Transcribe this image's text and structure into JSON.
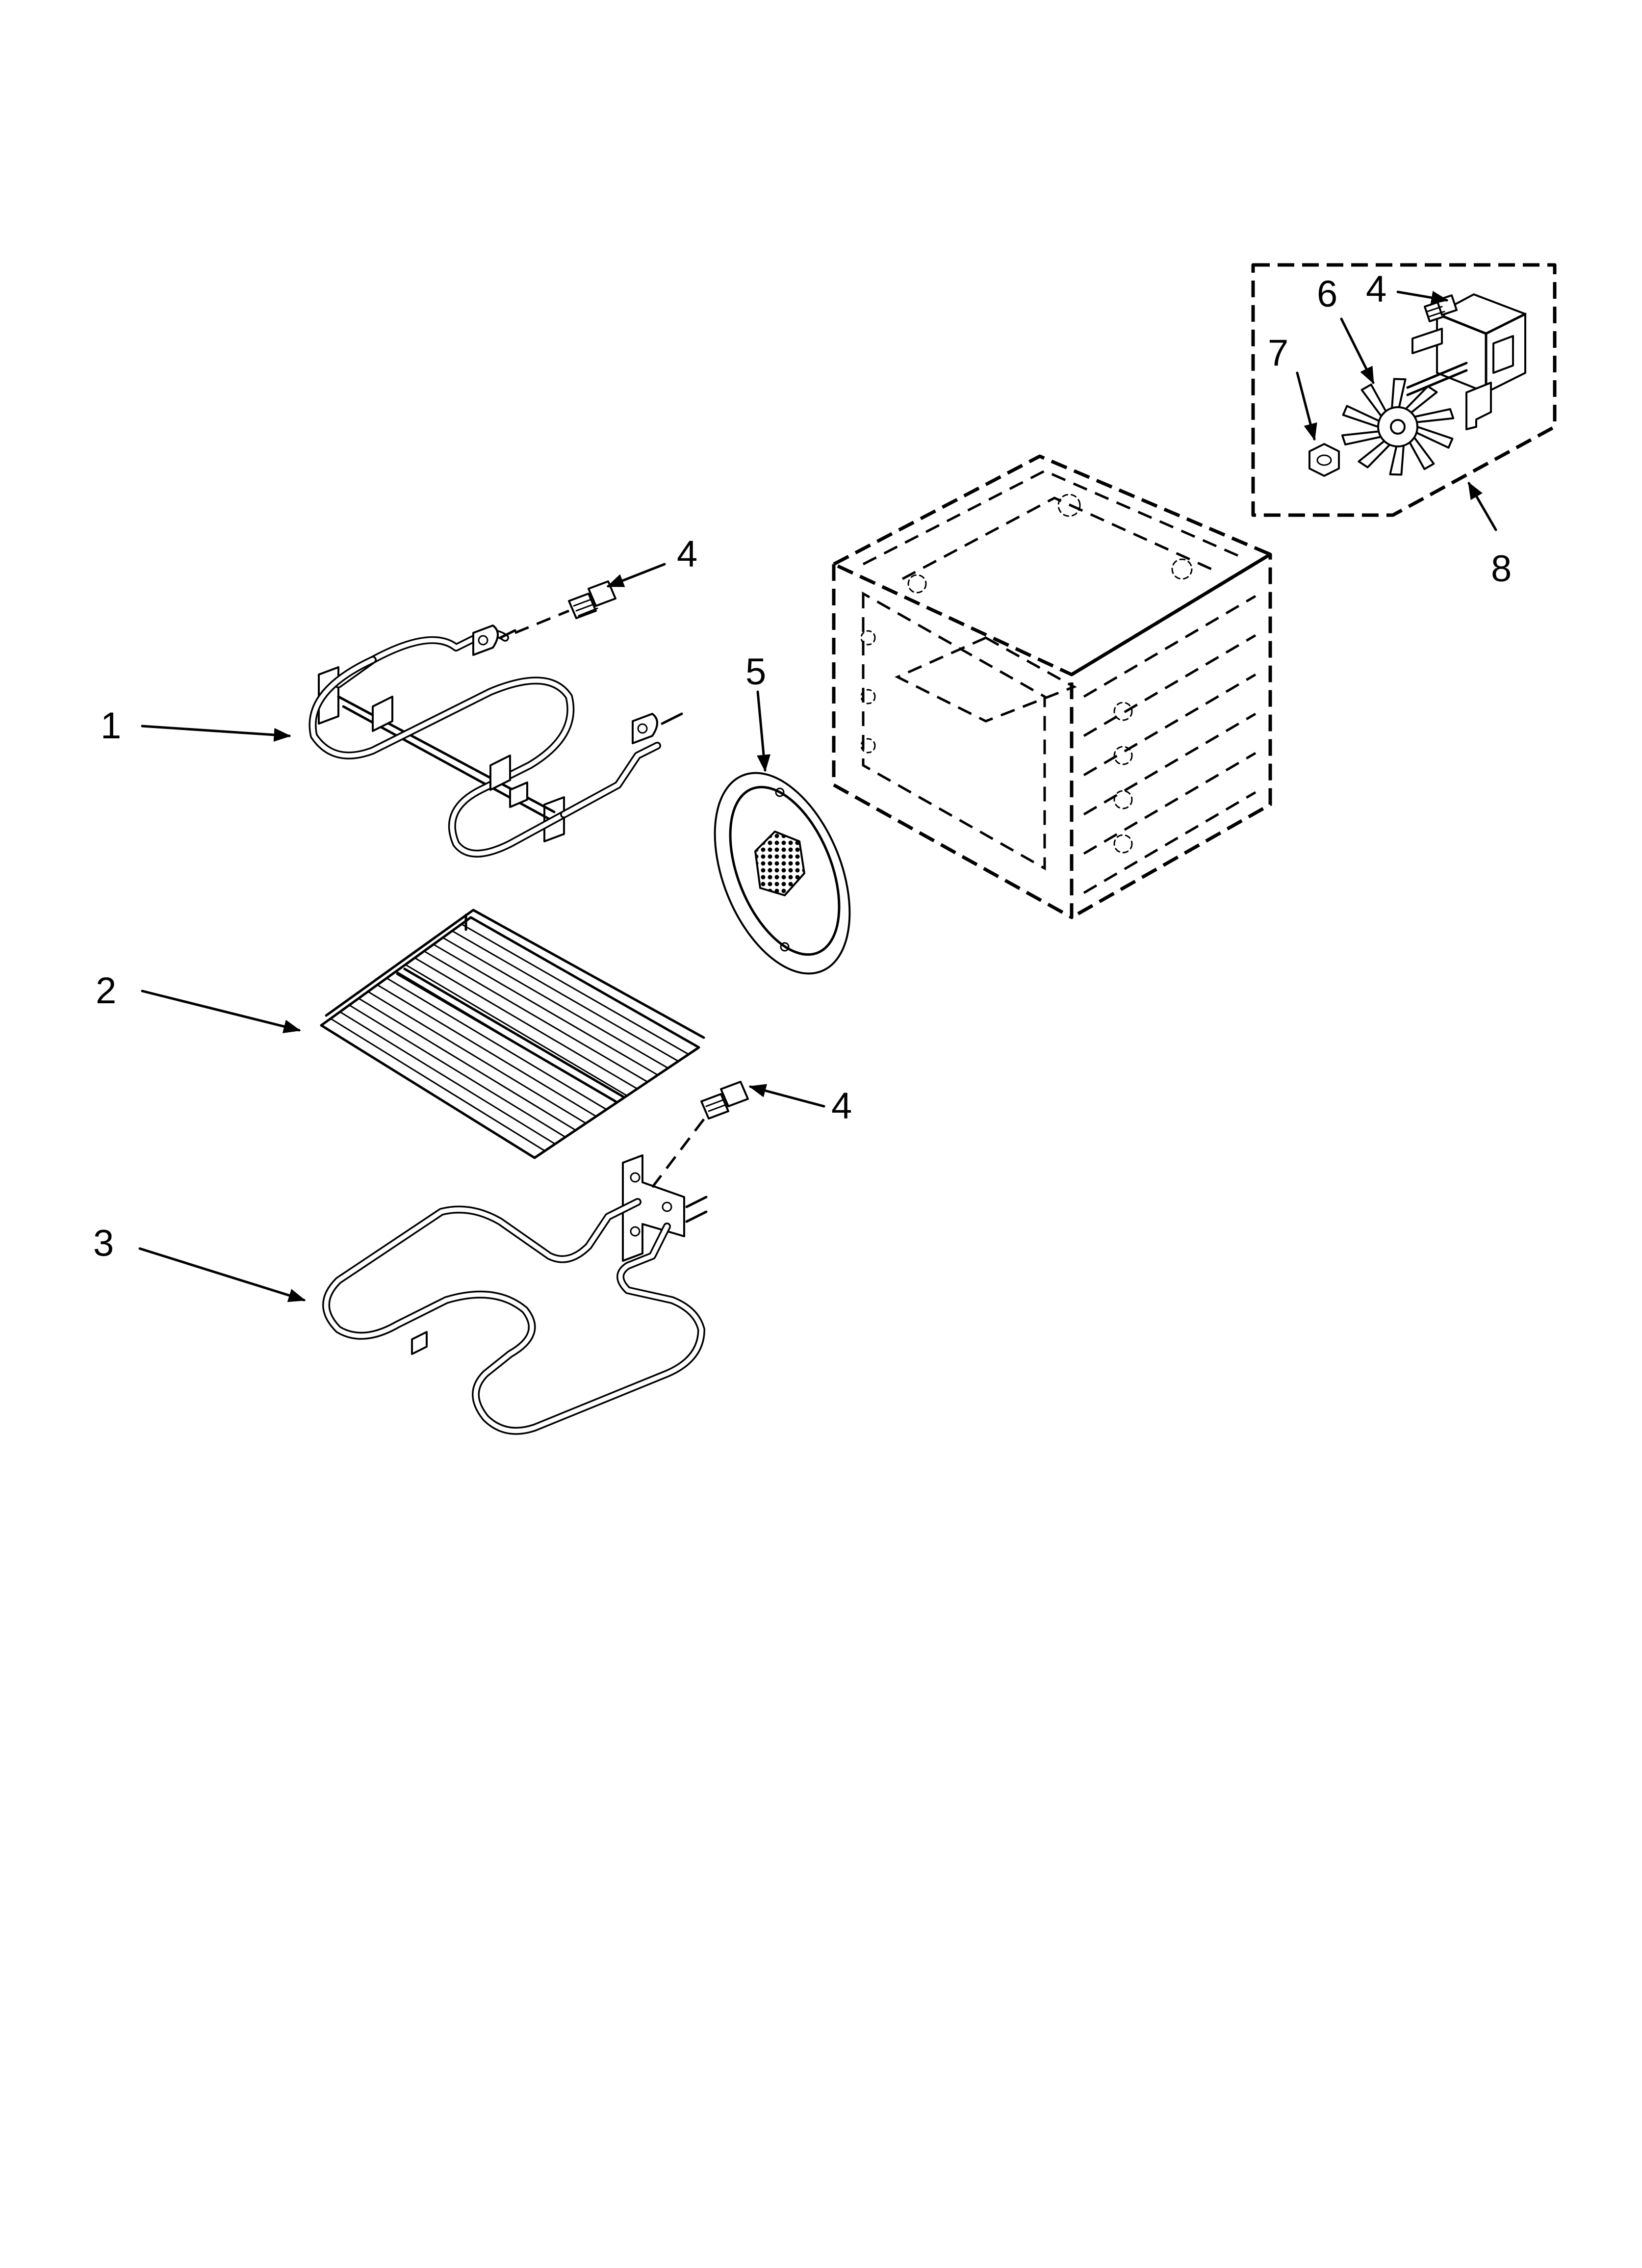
{
  "callouts": {
    "c1": "1",
    "c2": "2",
    "c3": "3",
    "c4a": "4",
    "c4b": "4",
    "c4c": "4",
    "c5": "5",
    "c6": "6",
    "c7": "7",
    "c8": "8"
  }
}
